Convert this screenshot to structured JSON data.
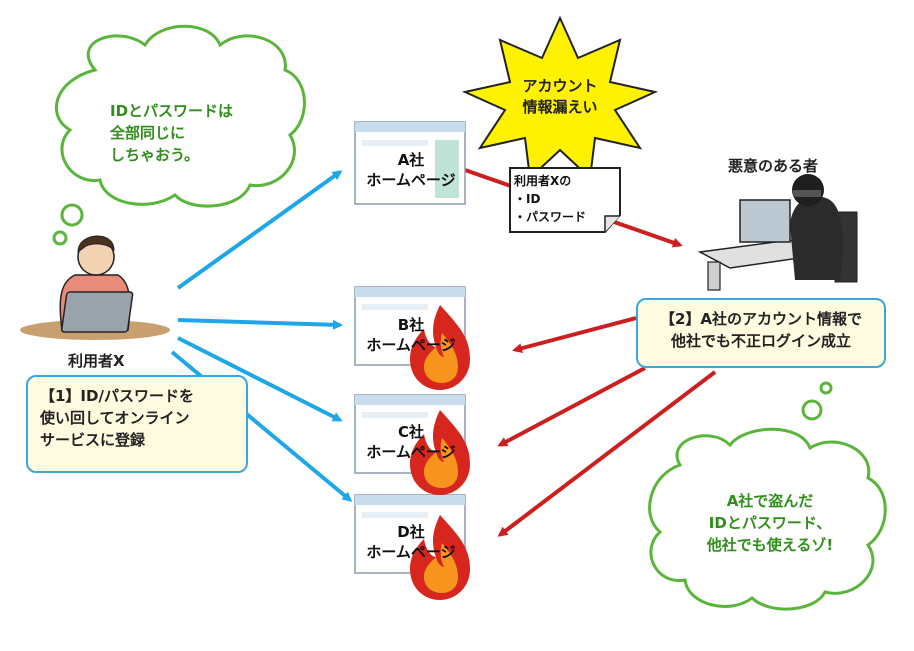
{
  "user": {
    "label": "利用者X",
    "thought": [
      "IDとパスワードは",
      "全部同じに",
      "しちゃおう。"
    ]
  },
  "step1": {
    "lines": [
      "【1】ID/パスワードを",
      "使い回してオンライン",
      "サービスに登録"
    ]
  },
  "sites": [
    {
      "name": "A社",
      "caption": "ホームページ",
      "breached": false
    },
    {
      "name": "B社",
      "caption": "ホームページ",
      "breached": true
    },
    {
      "name": "C社",
      "caption": "ホームページ",
      "breached": true
    },
    {
      "name": "D社",
      "caption": "ホームページ",
      "breached": true
    }
  ],
  "leak": {
    "lines": [
      "アカウント",
      "情報漏えい"
    ]
  },
  "leaked_note": {
    "lines": [
      "利用者Xの",
      "・ID",
      "・パスワード"
    ]
  },
  "attacker": {
    "label": "悪意のある者",
    "thought": [
      "A社で盗んだ",
      "IDとパスワード、",
      "他社でも使えるゾ!"
    ]
  },
  "step2": {
    "lines": [
      "【2】A社のアカウント情報で",
      "他社でも不正ログイン成立"
    ]
  },
  "colors": {
    "blue_arrow": "#1ea7e6",
    "red_arrow": "#cc1f1f",
    "bubble_border": "#5bb53c",
    "bubble_text": "#2f8f1a",
    "callout_border": "#3aa6dd",
    "callout_fill": "#fffbe0",
    "burst_fill": "#fff200",
    "flame_outer": "#d7261e",
    "flame_inner": "#f7941d"
  }
}
